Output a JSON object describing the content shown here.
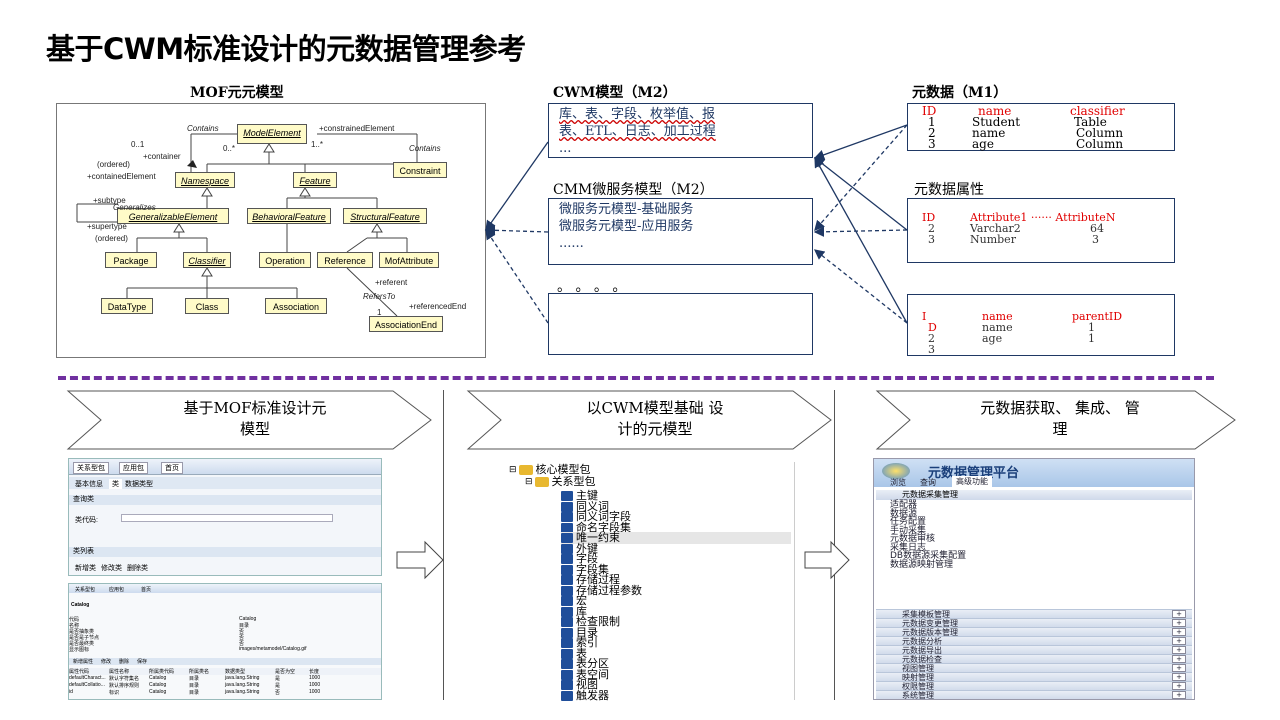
{
  "title": "基于CWM标准设计的元数据管理参考",
  "headings": {
    "mof": "MOF元元模型",
    "cwm": "CWM模型（M2）",
    "metadata": "元数据（M1）",
    "cmm": "CMM微服务模型（M2）",
    "meta_attr": "元数据属性",
    "dots": "。 。 。 。"
  },
  "cwm_box": {
    "line1": "库、表、字段、枚举值、报",
    "line2": "表、ETL、日志、加工过程",
    "line3": "..."
  },
  "cmm_box": {
    "line1": "微服务元模型-基础服务",
    "line2": "微服务元模型-应用服务",
    "line3": "......"
  },
  "metadata_table": {
    "headers": [
      "ID",
      "name",
      "classifier"
    ],
    "rows": [
      [
        "1",
        "Student",
        "Table"
      ],
      [
        "2",
        "name",
        "Column"
      ],
      [
        "3",
        "age",
        "Column"
      ]
    ]
  },
  "attr_table": {
    "headers": [
      "ID",
      "Attribute1 ······ AttributeN"
    ],
    "rows": [
      [
        "2",
        "Varchar2",
        "64"
      ],
      [
        "3",
        "Number",
        "3"
      ]
    ]
  },
  "parent_table": {
    "headers": [
      "I",
      "name",
      "parentID"
    ],
    "rows": [
      [
        "D",
        "name",
        "1"
      ],
      [
        "2",
        "age",
        "1"
      ],
      [
        "3",
        "",
        ""
      ]
    ]
  },
  "uml": {
    "boxes": {
      "model_element": "ModelElement",
      "namespace": "Namespace",
      "feature": "Feature",
      "constraint": "Constraint",
      "generalizable_element": "GeneralizableElement",
      "behavioral_feature": "BehavioralFeature",
      "structural_feature": "StructuralFeature",
      "package": "Package",
      "classifier": "Classifier",
      "operation": "Operation",
      "reference": "Reference",
      "mof_attribute": "MofAttribute",
      "datatype": "DataType",
      "class": "Class",
      "association": "Association",
      "association_end": "AssociationEnd"
    },
    "labels": {
      "contains": "Contains",
      "constrained_element": "+constrainedElement",
      "zero_one": "0..1",
      "container": "+container",
      "ordered": "(ordered)",
      "contained_element": "+containedElement",
      "zero_star": "0..*",
      "one_star": "1..*",
      "contains2": "Contains",
      "subtype": "+subtype",
      "generalizes": "Generalizes",
      "supertype": "+supertype",
      "ordered2": "(ordered)",
      "referent": "+referent",
      "refers_to": "RefersTo",
      "referenced_end": "+referencedEnd",
      "one": "1"
    }
  },
  "chevrons": {
    "c1": [
      "基于MOF标准设计元",
      "模型"
    ],
    "c2": [
      "以CWM模型基础 设",
      "计的元模型"
    ],
    "c3": [
      "元数据获取、 集成、 管",
      "理"
    ]
  },
  "screenshot1": {
    "tabs": [
      "关系型包",
      "应用包",
      "首页"
    ],
    "subtabs": [
      "基本信息",
      "类",
      "数据类型"
    ],
    "section1": "查询类",
    "field_label": "类代码:",
    "section2": "类列表",
    "buttons": [
      "新增类",
      "修改类",
      "删除类"
    ]
  },
  "screenshot2": {
    "tabs": [
      "关系型包",
      "应用包",
      "首页"
    ],
    "header": "Catalog",
    "rows": [
      [
        "代码",
        "Catalog"
      ],
      [
        "名称",
        "目录"
      ],
      [
        "是否抽象类",
        "否"
      ],
      [
        "是否是子节点",
        "否"
      ],
      [
        "是否最终类",
        "否"
      ],
      [
        "显示图标",
        "images/metamodel/Catalog.gif"
      ]
    ],
    "buttons": [
      "新增属性",
      "修改",
      "删除",
      "保存"
    ],
    "table_rows": [
      [
        "属性代码",
        "属性名称",
        "所属类代码",
        "所属类名",
        "数据类型",
        "是否为空",
        "长度"
      ],
      [
        "defaultCharact...",
        "默认字符集名",
        "Catalog",
        "目录",
        "java.lang.String",
        "是",
        "1000"
      ],
      [
        "defaultCollatio...",
        "默认排序规则",
        "Catalog",
        "目录",
        "java.lang.String",
        "是",
        "1000"
      ],
      [
        "id",
        "标识",
        "Catalog",
        "目录",
        "java.lang.String",
        "否",
        "1000"
      ]
    ]
  },
  "tree": {
    "root": "核心模型包",
    "child": "关系型包",
    "items": [
      "主键",
      "同义词",
      "同义词字段",
      "命名字段集",
      "唯一约束",
      "外键",
      "字段",
      "字段集",
      "存储过程",
      "存储过程参数",
      "宏",
      "库",
      "检查限制",
      "目录",
      "索引",
      "表",
      "表分区",
      "表空间",
      "视图",
      "触发器"
    ]
  },
  "platform": {
    "title": "元数据管理平台",
    "tabs": [
      "浏览",
      "查询",
      "高级功能"
    ],
    "section": "元数据采集管理",
    "menu": [
      "适配器",
      "数据源",
      "任务配置",
      "手动采集",
      "元数据审核",
      "采集日志",
      "DB数据源采集配置",
      "数据源映射管理"
    ],
    "bars": [
      "采集模板管理",
      "元数据变更管理",
      "元数据版本管理",
      "元数据分析",
      "元数据导出",
      "元数据检查",
      "视图管理",
      "映射管理",
      "权限管理",
      "系统管理"
    ]
  }
}
